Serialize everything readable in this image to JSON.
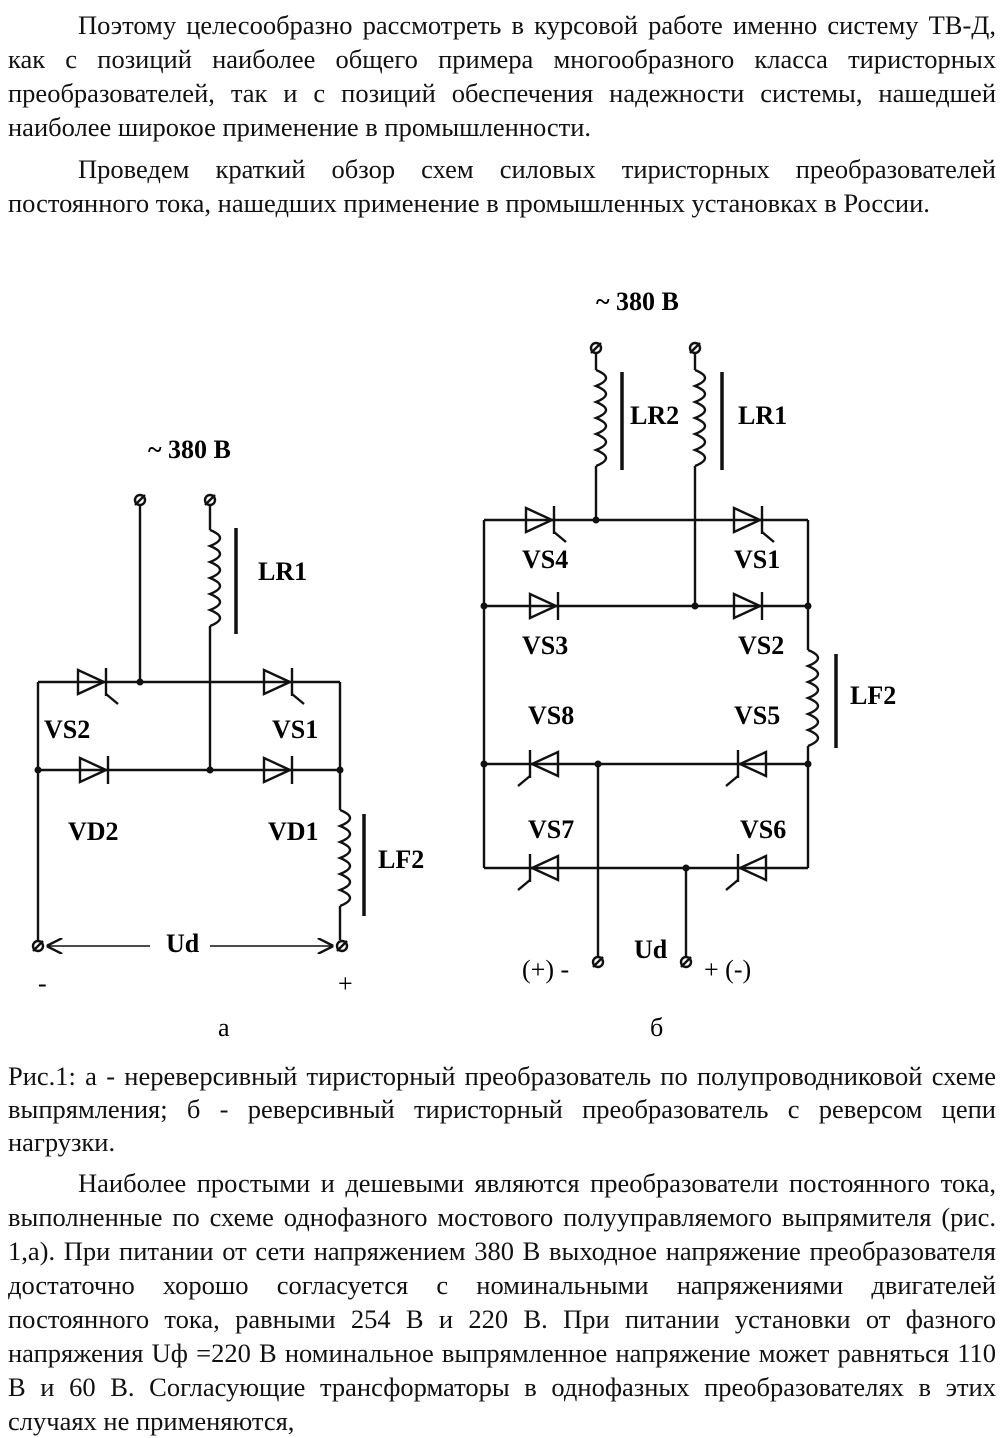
{
  "paragraphs": {
    "p1": "Поэтому целесообразно рассмотреть в курсовой работе именно систему ТВ-Д, как  с позиций наиболее общего примера многообразного класса тиристорных преобразователей, так и с позиций обеспечения надежности системы, нашедшей наиболее широкое применение в промышленности.",
    "p2": "Проведем краткий обзор схем силовых тиристорных преобразователей постоянного тока, нашедших применение в промышленных установках в России.",
    "p3": "Наиболее простыми и дешевыми являются преобразователи постоянного тока, выполненные по схеме однофазного мостового полууправляемого выпрямителя (рис. 1,а). При питании от сети напряжением 380 В выходное напряжение преобразователя достаточно хорошо согласуется с номинальными напряжениями двигателей постоянного тока, равными 254 В и 220 В. При питании установки от фазного напряжения Uф =220 В номинальное выпрямленное напряжение может равняться 110 В и 60 В. Согласующие трансформаторы в однофазных преобразователях в этих случаях не применяются,"
  },
  "caption": "Рис.1: а - нереверсивный тиристорный преобразователь по полупроводниковой схеме выпрямления; б - реверсивный тиристорный преобразователь с реверсом цепи нагрузки.",
  "figure_a": {
    "supply": "~ 380 В",
    "reactor": "LR1",
    "filter": "LF2",
    "thyristors": [
      "VS2",
      "VS1"
    ],
    "diodes": [
      "VD2",
      "VD1"
    ],
    "output": "Ud",
    "minus": "-",
    "plus": "+",
    "sublabel": "а"
  },
  "figure_b": {
    "supply": "~ 380 В",
    "reactors": [
      "LR2",
      "LR1"
    ],
    "filter": "LF2",
    "thyristors": [
      "VS4",
      "VS1",
      "VS3",
      "VS2",
      "VS8",
      "VS5",
      "VS7",
      "VS6"
    ],
    "output": "Ud",
    "left_terminal": "(+) -",
    "right_terminal": "+ (-)",
    "sublabel": "б"
  }
}
